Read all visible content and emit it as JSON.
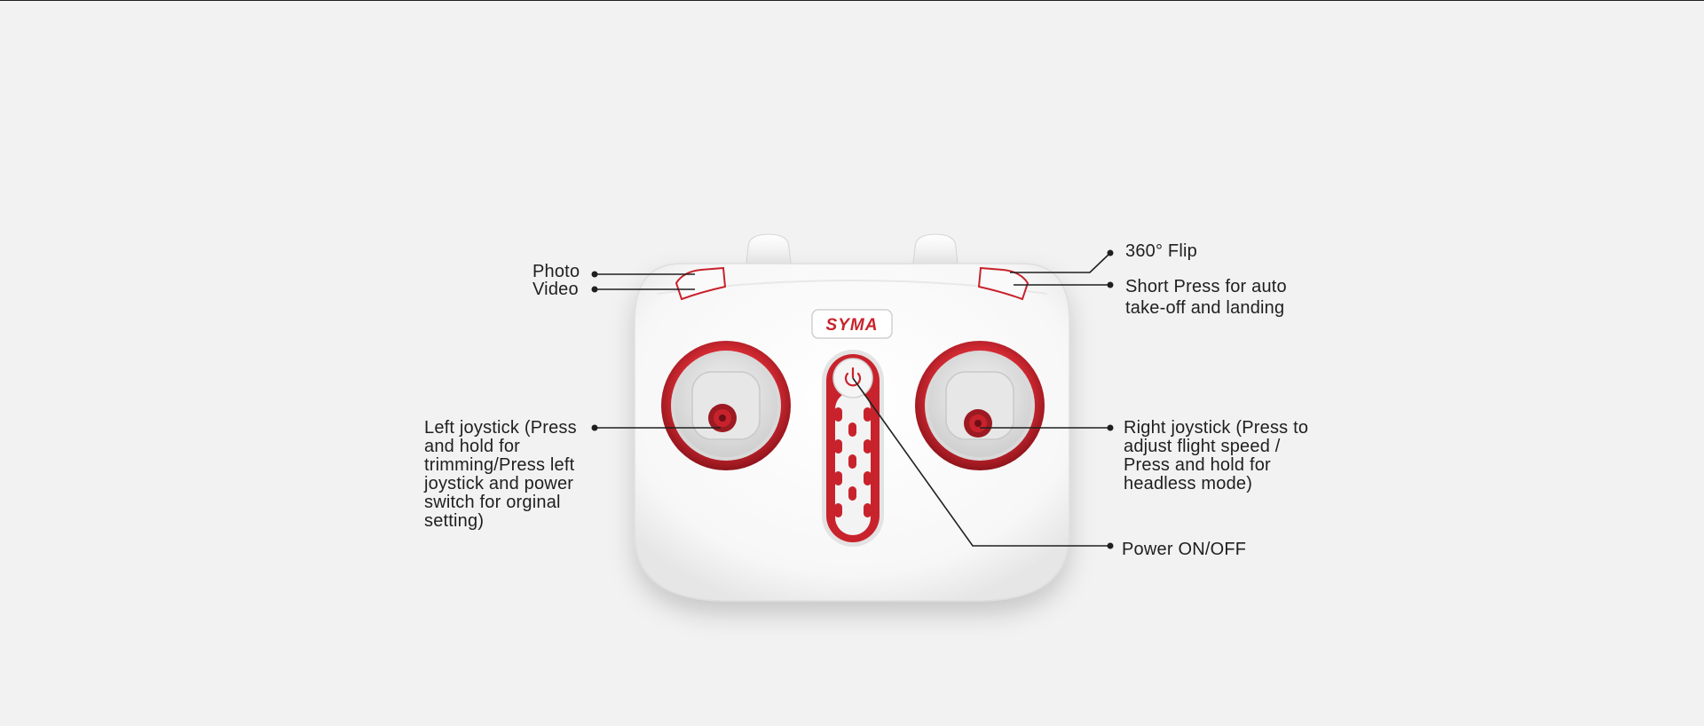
{
  "brand": {
    "logo_text": "SYMA",
    "accent_color": "#c8232c",
    "body_color": "#ffffff",
    "background_color": "#f2f2f2"
  },
  "labels": {
    "photo": "Photo",
    "video": "Video",
    "flip": "360°  Flip",
    "auto_takeoff": "Short Press for auto\ntake-off and landing",
    "left_joystick": "Left joystick (Press\nand hold for\ntrimming/Press left\njoystick and power\nswitch for orginal\nsetting)",
    "right_joystick": "Right joystick (Press to\nadjust flight speed /\nPress and hold for\nheadless mode)",
    "power": "Power ON/OFF"
  },
  "icons": {
    "power_button": "power-icon"
  }
}
